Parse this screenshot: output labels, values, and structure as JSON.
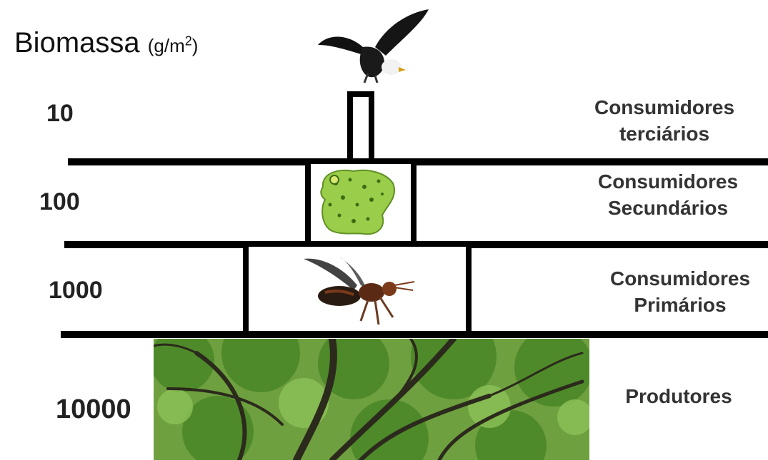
{
  "title": {
    "main": "Biomassa",
    "unit_prefix": "(g/m",
    "unit_exp": "2",
    "unit_suffix": ")"
  },
  "levels": [
    {
      "value": "10",
      "label_line1": "Consumidores",
      "label_line2": "terciários",
      "organism": "eagle-icon"
    },
    {
      "value": "100",
      "label_line1": "Consumidores",
      "label_line2": "Secundários",
      "organism": "frog-icon"
    },
    {
      "value": "1000",
      "label_line1": "Consumidores",
      "label_line2": "Primários",
      "organism": "wasp-icon"
    },
    {
      "value": "10000",
      "label_line1": "Produtores",
      "label_line2": "",
      "organism": "tree-canopy-image"
    }
  ],
  "colors": {
    "lines": "#000000",
    "frog": "#9acd4a",
    "leaves": "#4f8a2a"
  }
}
